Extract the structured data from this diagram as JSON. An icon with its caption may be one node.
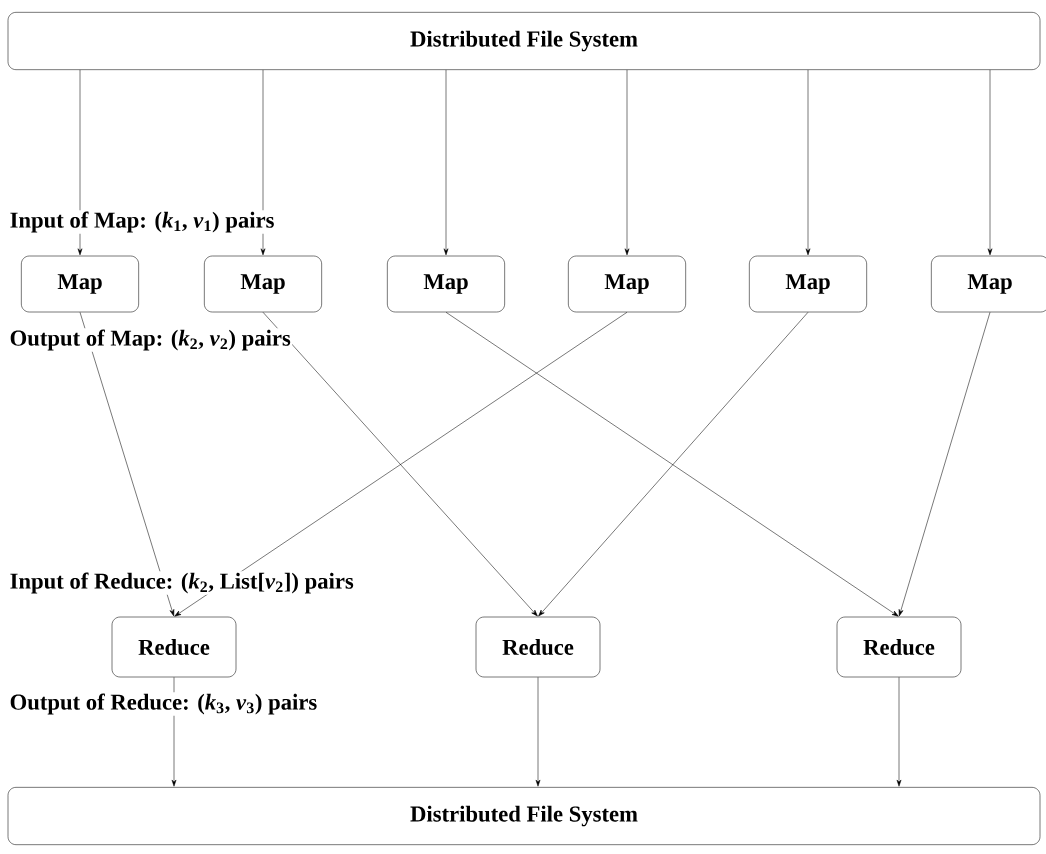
{
  "diagram": {
    "nodes": [
      {
        "text": [
          "Distributed File System"
        ]
      },
      {
        "text": [
          "Map"
        ]
      },
      {
        "text": [
          "Map"
        ]
      },
      {
        "text": [
          "Map"
        ]
      },
      {
        "text": [
          "Map"
        ]
      },
      {
        "text": [
          "Map"
        ]
      },
      {
        "text": [
          "Map"
        ]
      },
      {
        "text": [
          "Reduce"
        ]
      },
      {
        "text": [
          "Reduce"
        ]
      },
      {
        "text": [
          "Reduce"
        ]
      },
      {
        "text": [
          "Distributed File System"
        ]
      }
    ],
    "edges": [
      {
        "from": 0,
        "to": 1,
        "arrow": "to"
      },
      {
        "from": 0,
        "to": 2,
        "arrow": "to"
      },
      {
        "from": 0,
        "to": 3,
        "arrow": "to"
      },
      {
        "from": 0,
        "to": 4,
        "arrow": "to"
      },
      {
        "from": 0,
        "to": 5,
        "arrow": "to"
      },
      {
        "from": 0,
        "to": 6,
        "arrow": "to"
      },
      {
        "from": 1,
        "to": 7,
        "arrow": "to"
      },
      {
        "from": 2,
        "to": 8,
        "arrow": "to"
      },
      {
        "from": 3,
        "to": 9,
        "arrow": "to"
      },
      {
        "from": 4,
        "to": 7,
        "arrow": "to"
      },
      {
        "from": 5,
        "to": 8,
        "arrow": "to"
      },
      {
        "from": 6,
        "to": 9,
        "arrow": "to"
      },
      {
        "from": 7,
        "to": 10,
        "arrow": "to"
      },
      {
        "from": 8,
        "to": 10,
        "arrow": "to"
      },
      {
        "from": 9,
        "to": 10,
        "arrow": "to"
      }
    ],
    "labels": [
      "Input of Map: (*k*$_{1}$, *v*$_{1}$) pairs",
      "Output of Map: (*k*$_{2}$, *v*$_{2}$) pairs",
      "Input of Reduce: (*k*$_{2}$, List[*v*$_{2}$]) pairs",
      "Output of Reduce: (*k*$_{3}$, *v*$_{3}$) pairs"
    ]
  }
}
